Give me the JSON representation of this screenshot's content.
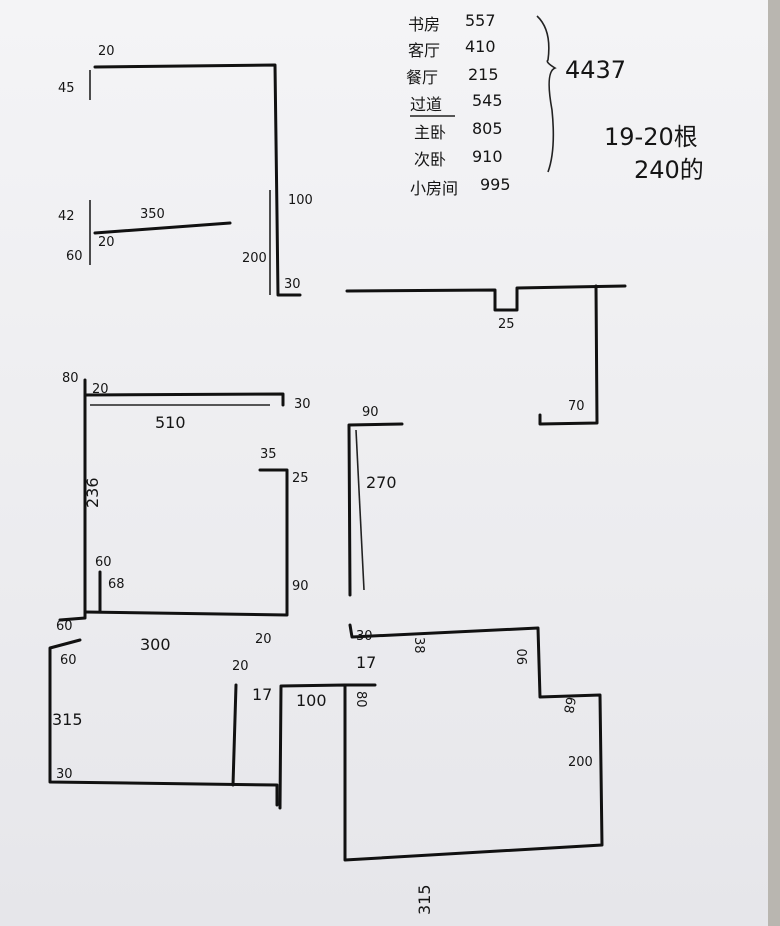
{
  "room_list": [
    {
      "name": "书房",
      "value": "557"
    },
    {
      "name": "客厅",
      "value": "410"
    },
    {
      "name": "餐厅",
      "value": "215"
    },
    {
      "name": "过道",
      "value": "545"
    },
    {
      "name": "主卧",
      "value": "805"
    },
    {
      "name": "次卧",
      "value": "910"
    },
    {
      "name": "小房间",
      "value": "995"
    }
  ],
  "total": "4437",
  "note_line1": "19-20根",
  "note_line2": "240的",
  "dims": {
    "a20": "20",
    "a45": "45",
    "a42": "42",
    "a60": "60",
    "a350": "350",
    "a20b": "20",
    "a100": "100",
    "a200": "200",
    "a30": "30",
    "b25": "25",
    "b70": "70",
    "c80": "80",
    "c20": "20",
    "c510": "510",
    "c30": "30",
    "c236": "236",
    "c35": "35",
    "c25": "25",
    "c90": "90",
    "c60": "60",
    "c68": "68",
    "c60b": "60",
    "c300": "300",
    "c20b": "20",
    "c60c": "60",
    "d90": "90",
    "d270": "270",
    "e315": "315",
    "e30": "30",
    "e20": "20",
    "e17": "17",
    "e100": "100",
    "e80": "80",
    "f30": "30",
    "f17": "17",
    "f38": "38",
    "f90": "90",
    "f68": "68",
    "f200": "200",
    "f315": "315"
  }
}
